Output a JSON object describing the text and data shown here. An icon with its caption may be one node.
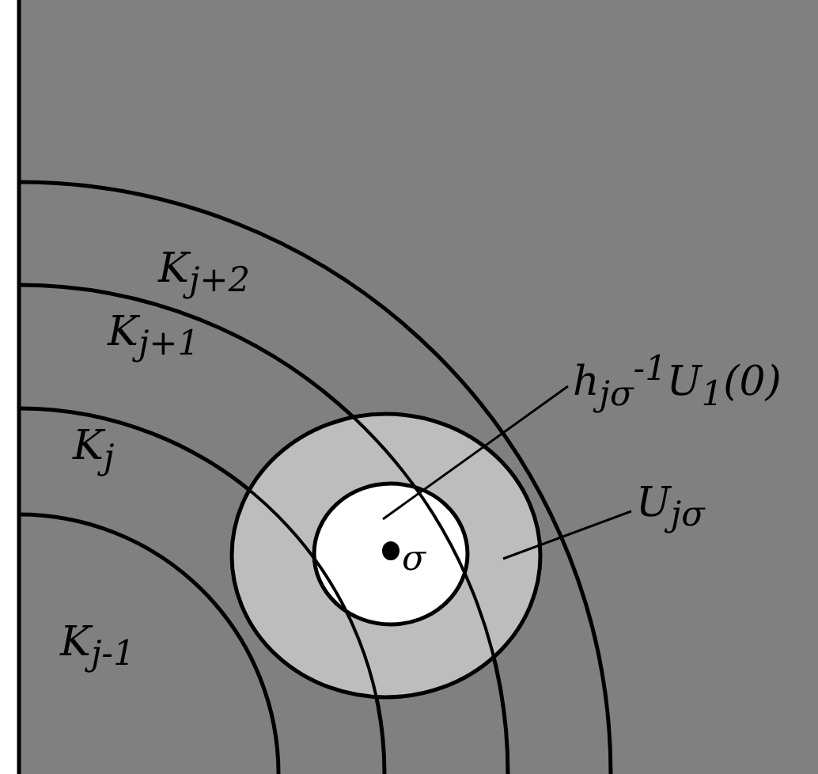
{
  "diagram": {
    "nodes": [
      {
        "text": [],
        "shape": "circle"
      },
      {
        "text": [],
        "shape": "circle",
        "in": 0
      },
      {
        "text": [
          "h$_{jσ}$$^{-1}$U$_{1}$(0)"
        ]
      },
      {
        "text": [
          "U$_{jσ}$"
        ]
      }
    ],
    "edges": [
      {
        "from": 2,
        "to": 1,
        "arrow": "none"
      },
      {
        "from": 3,
        "to": 0,
        "arrow": "none"
      }
    ],
    "labels": [
      "K$_{j+2}$",
      "K$_{j+1}$",
      "K$_{j}$",
      "σ",
      "K$_{j-1}$"
    ]
  }
}
